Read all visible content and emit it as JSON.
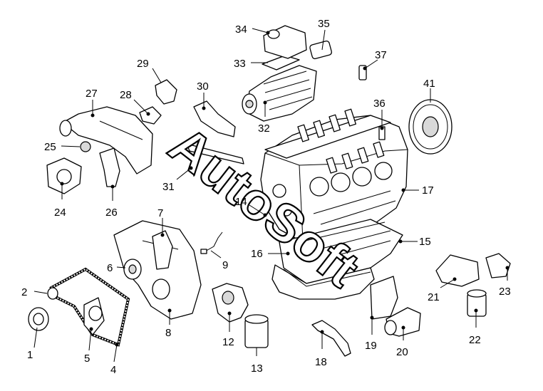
{
  "watermark": "AutoSoft",
  "callouts": [
    {
      "id": "1",
      "label": "1"
    },
    {
      "id": "2",
      "label": "2"
    },
    {
      "id": "4",
      "label": "4"
    },
    {
      "id": "5",
      "label": "5"
    },
    {
      "id": "6",
      "label": "6"
    },
    {
      "id": "7",
      "label": "7"
    },
    {
      "id": "8",
      "label": "8"
    },
    {
      "id": "9",
      "label": "9"
    },
    {
      "id": "12",
      "label": "12"
    },
    {
      "id": "13",
      "label": "13"
    },
    {
      "id": "14",
      "label": "14"
    },
    {
      "id": "15",
      "label": "15"
    },
    {
      "id": "16",
      "label": "16"
    },
    {
      "id": "17",
      "label": "17"
    },
    {
      "id": "18",
      "label": "18"
    },
    {
      "id": "19",
      "label": "19"
    },
    {
      "id": "20",
      "label": "20"
    },
    {
      "id": "21",
      "label": "21"
    },
    {
      "id": "22",
      "label": "22"
    },
    {
      "id": "23",
      "label": "23"
    },
    {
      "id": "24",
      "label": "24"
    },
    {
      "id": "25",
      "label": "25"
    },
    {
      "id": "26",
      "label": "26"
    },
    {
      "id": "27",
      "label": "27"
    },
    {
      "id": "28",
      "label": "28"
    },
    {
      "id": "29",
      "label": "29"
    },
    {
      "id": "30",
      "label": "30"
    },
    {
      "id": "31",
      "label": "31"
    },
    {
      "id": "32",
      "label": "32"
    },
    {
      "id": "33",
      "label": "33"
    },
    {
      "id": "34",
      "label": "34"
    },
    {
      "id": "35",
      "label": "35"
    },
    {
      "id": "36",
      "label": "36"
    },
    {
      "id": "37",
      "label": "37"
    },
    {
      "id": "41",
      "label": "41"
    }
  ]
}
